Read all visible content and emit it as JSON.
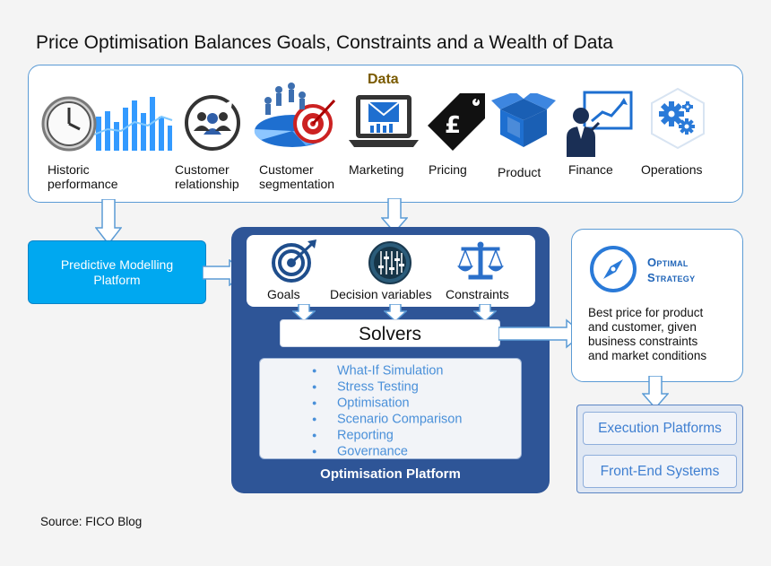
{
  "title": "Price Optimisation Balances Goals, Constraints and a Wealth of Data",
  "data_section": {
    "label": "Data",
    "sources": [
      {
        "label": "Historic\nperformance",
        "icon": "clock-bar-chart-icon"
      },
      {
        "label": "Customer\nrelationship",
        "icon": "customer-group-icon"
      },
      {
        "label": "Customer\nsegmentation",
        "icon": "segmentation-target-icon"
      },
      {
        "label": "Marketing",
        "icon": "email-laptop-icon"
      },
      {
        "label": "Pricing",
        "icon": "pound-price-tag-icon"
      },
      {
        "label": "Product",
        "icon": "product-box-icon"
      },
      {
        "label": "Finance",
        "icon": "presenter-chart-icon"
      },
      {
        "label": "Operations",
        "icon": "gears-icon"
      }
    ]
  },
  "predictive_modelling": {
    "label": "Predictive Modelling\nPlatform"
  },
  "optimisation_platform": {
    "label": "Optimisation Platform",
    "inputs": [
      {
        "label": "Goals",
        "icon": "target-icon"
      },
      {
        "label": "Decision variables",
        "icon": "mixer-sliders-icon"
      },
      {
        "label": "Constraints",
        "icon": "scales-icon"
      }
    ],
    "solvers_label": "Solvers",
    "capabilities": [
      "What-If Simulation",
      "Stress Testing",
      "Optimisation",
      "Scenario Comparison",
      "Reporting",
      "Governance"
    ]
  },
  "optimal_strategy": {
    "title": "Optimal\nStrategy",
    "icon": "compass-icon",
    "description": "Best price for product\nand customer, given\nbusiness constraints\nand market conditions"
  },
  "execution": {
    "items": [
      "Execution Platforms",
      "Front-End Systems"
    ]
  },
  "source": "Source: FICO Blog",
  "colors": {
    "accent_blue": "#2e5597",
    "light_blue": "#00a8f0",
    "border_blue": "#5b9bd5",
    "data_label": "#7a5a00"
  }
}
